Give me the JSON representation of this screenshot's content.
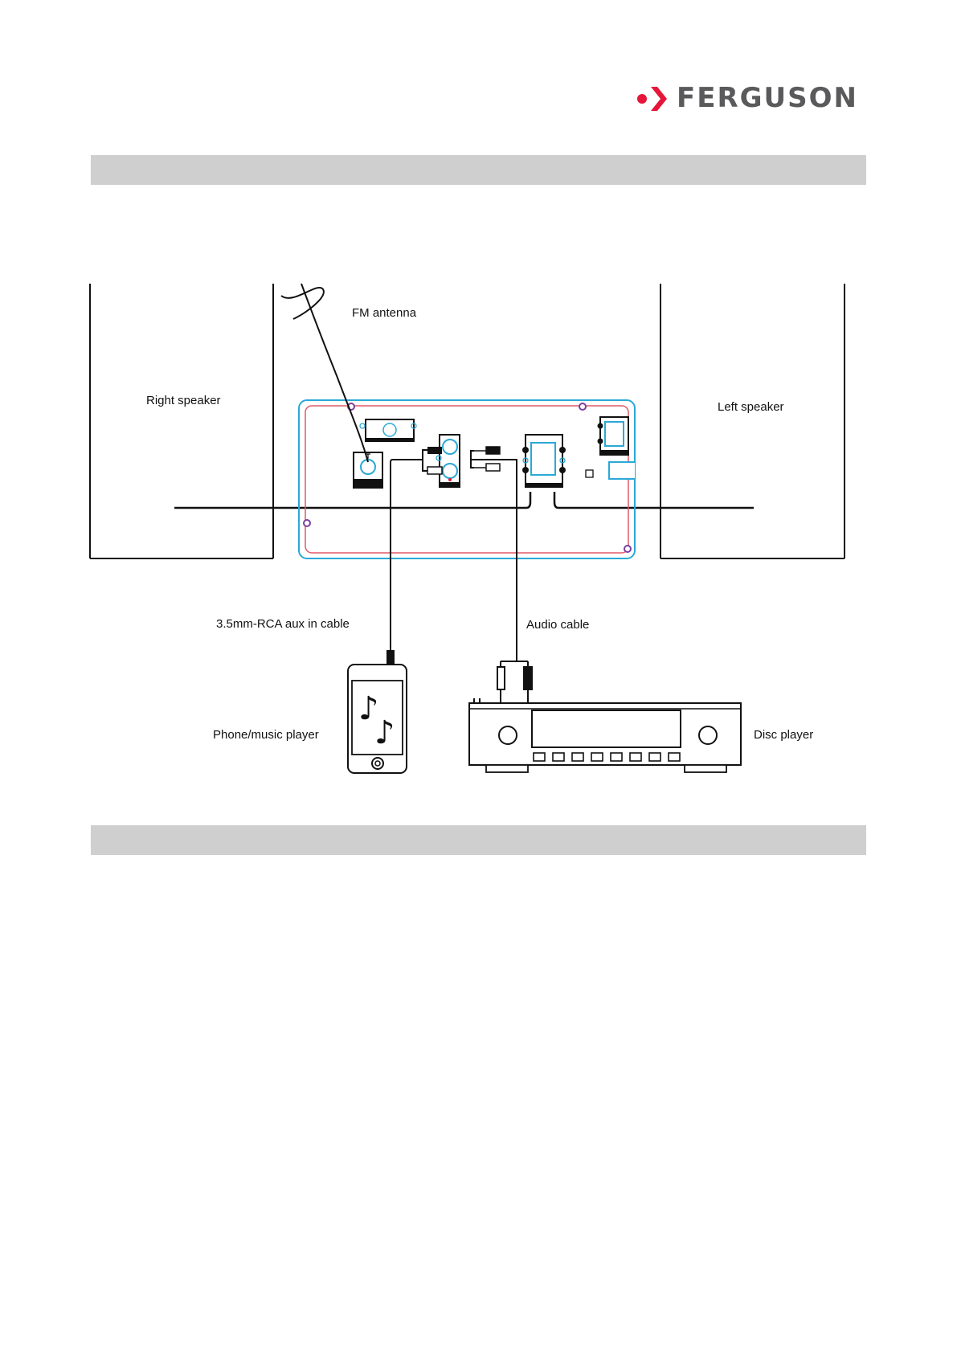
{
  "brand": {
    "name": "FERGUSON",
    "accent": "#e5163a",
    "text_color": "#5a5a5c"
  },
  "diagram": {
    "labels": {
      "fm_antenna": "FM antenna",
      "right_speaker": "Right speaker",
      "left_speaker": "Left speaker",
      "aux_cable": "3.5mm-RCA aux in cable",
      "audio_cable": "Audio cable",
      "phone": "Phone/music player",
      "disc_player": "Disc player"
    },
    "colors": {
      "panel_outline": "#2aa9d6",
      "panel_inner": "#e05a6a"
    }
  }
}
